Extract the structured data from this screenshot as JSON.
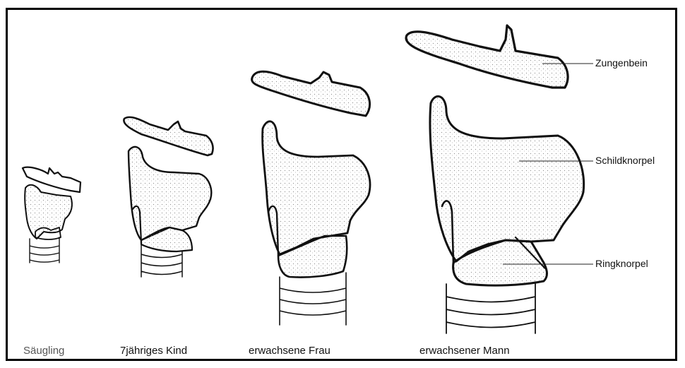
{
  "captions": {
    "infant": "Säugling",
    "child": "7jähriges Kind",
    "woman": "erwachsene Frau",
    "man": "erwachsener Mann"
  },
  "structures": {
    "hyoid": "Zungenbein",
    "thyroid": "Schildknorpel",
    "cricoid": "Ringknorpel"
  }
}
